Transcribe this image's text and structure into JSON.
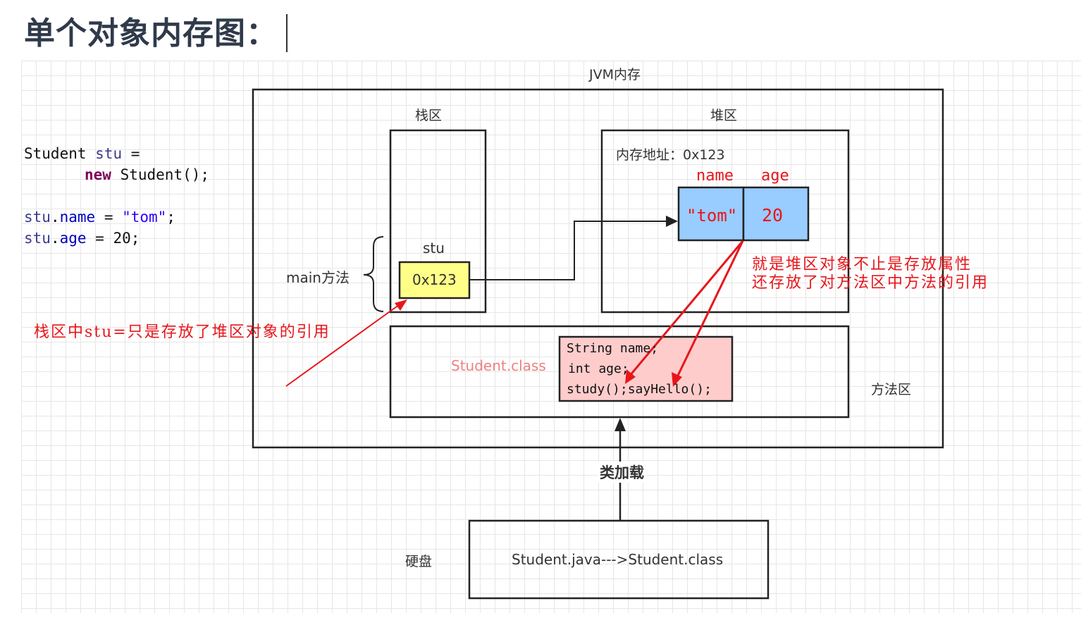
{
  "title": "单个对象内存图：",
  "code": {
    "line1_type": "Student",
    "line1_var": "stu",
    "line1_eq": "=",
    "line2_kw": "new",
    "line2_rest": "Student();",
    "line3_obj": "stu",
    "line3_dot": ".",
    "line3_field": "name",
    "line3_eq": " = ",
    "line3_val": "\"tom\"",
    "line3_end": ";",
    "line4_obj": "stu",
    "line4_dot": ".",
    "line4_field": "age",
    "line4_rest": " = 20;"
  },
  "diagram": {
    "jvm_label": "JVM内存",
    "stack_label": "栈区",
    "heap_label": "堆区",
    "stu_label": "stu",
    "main_label": "main方法",
    "stack_value": "0x123",
    "heap_address": "内存地址：0x123",
    "field_name_label": "name",
    "field_age_label": "age",
    "field_name_value": "\"tom\"",
    "field_age_value": "20",
    "class_label": "Student.class",
    "class_body_line1": "String name;",
    "class_body_line2": "int age;",
    "class_body_line3": "study();sayHello();",
    "method_area_label": "方法区",
    "class_loading_label": "类加载",
    "disk_label": "硬盘",
    "disk_content": "Student.java--->Student.class",
    "note_stack": "栈区中stu=只是存放了堆区对象的引用",
    "note_heap_line1": "就是堆区对象不止是存放属性",
    "note_heap_line2": "还存放了对方法区中方法的引用"
  },
  "colors": {
    "annotation_red": "#e8161b",
    "stack_cell_fill": "#ffff88",
    "object_fill": "#99ccff",
    "class_fill": "#ffcccc",
    "class_label": "#f08080"
  }
}
